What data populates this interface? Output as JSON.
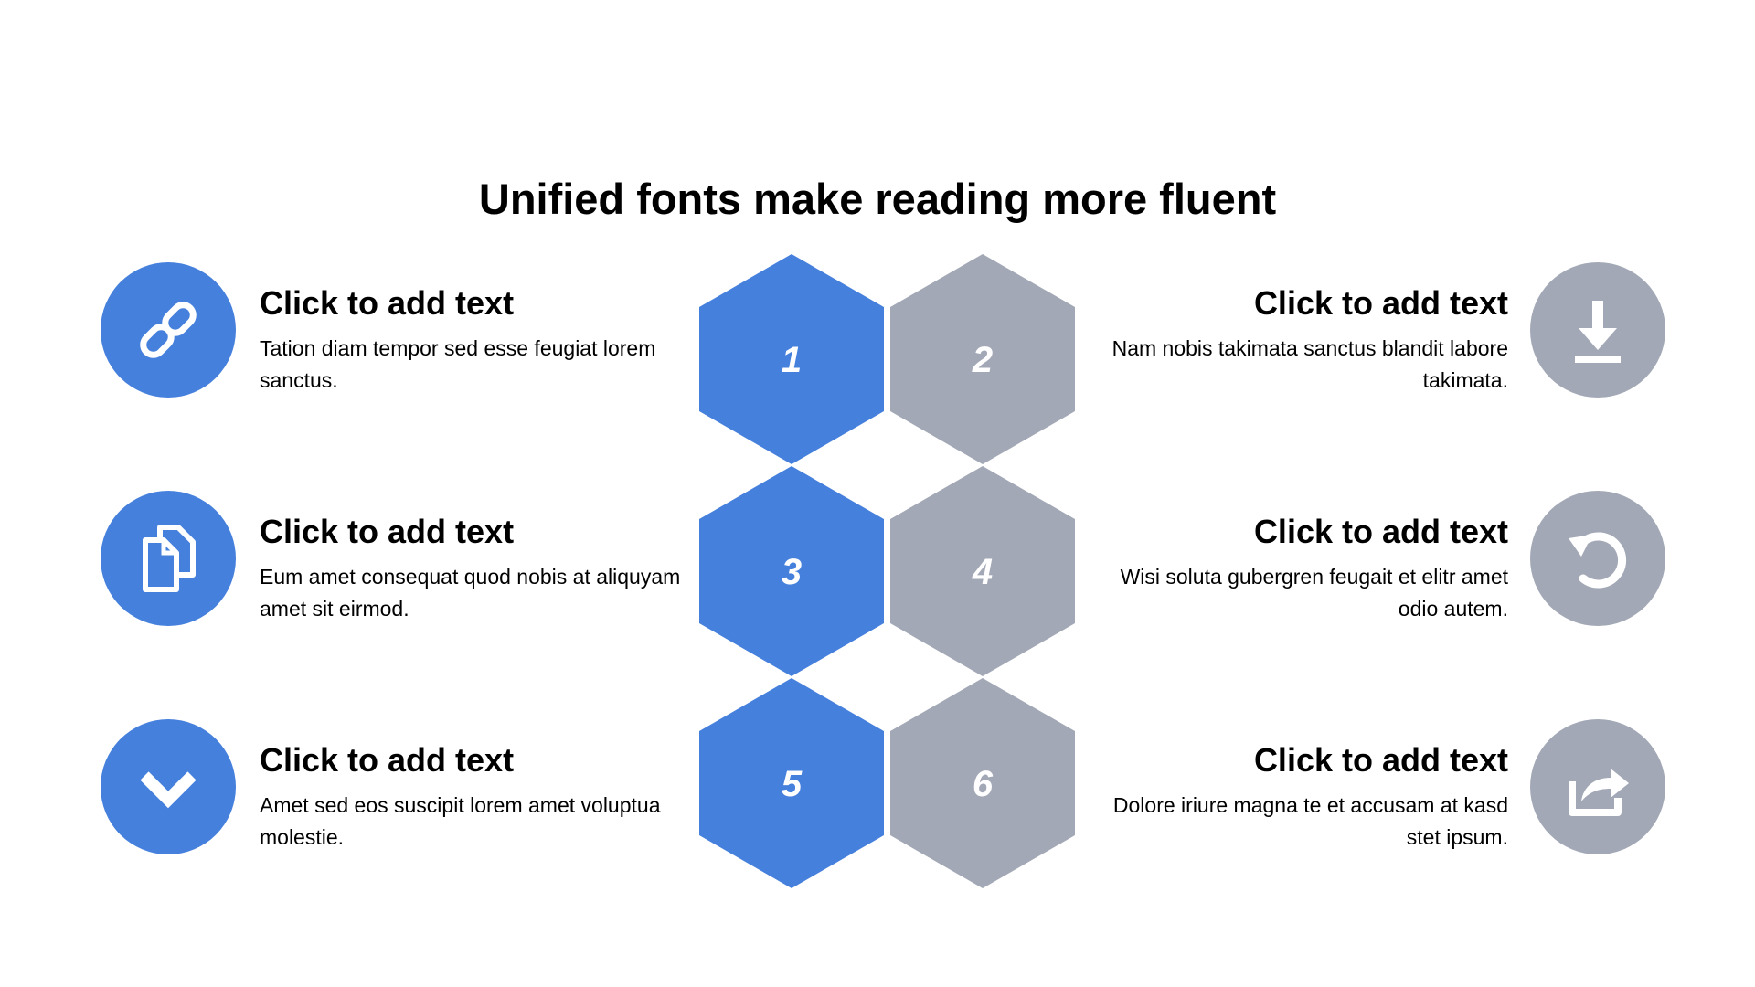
{
  "title": "Unified fonts make reading more fluent",
  "colors": {
    "blue": "#4680DD",
    "gray": "#A2A8B5"
  },
  "hexagons": [
    "1",
    "2",
    "3",
    "4",
    "5",
    "6"
  ],
  "items": [
    {
      "heading": "Click to add text",
      "body": "Tation diam tempor sed esse feugiat lorem sanctus.",
      "icon": "link-icon",
      "color": "blue"
    },
    {
      "heading": "Click to add text",
      "body": "Nam nobis takimata sanctus blandit labore takimata.",
      "icon": "download-icon",
      "color": "gray"
    },
    {
      "heading": "Click to add text",
      "body": "Eum amet consequat quod nobis at aliquyam amet sit eirmod.",
      "icon": "copy-icon",
      "color": "blue"
    },
    {
      "heading": "Click to add text",
      "body": "Wisi soluta gubergren feugait et elitr amet odio autem.",
      "icon": "undo-icon",
      "color": "gray"
    },
    {
      "heading": "Click to add text",
      "body": "Amet sed eos suscipit lorem amet voluptua molestie.",
      "icon": "chevron-down-icon",
      "color": "blue"
    },
    {
      "heading": "Click to add text",
      "body": "Dolore iriure magna te et accusam at kasd stet ipsum.",
      "icon": "share-icon",
      "color": "gray"
    }
  ]
}
